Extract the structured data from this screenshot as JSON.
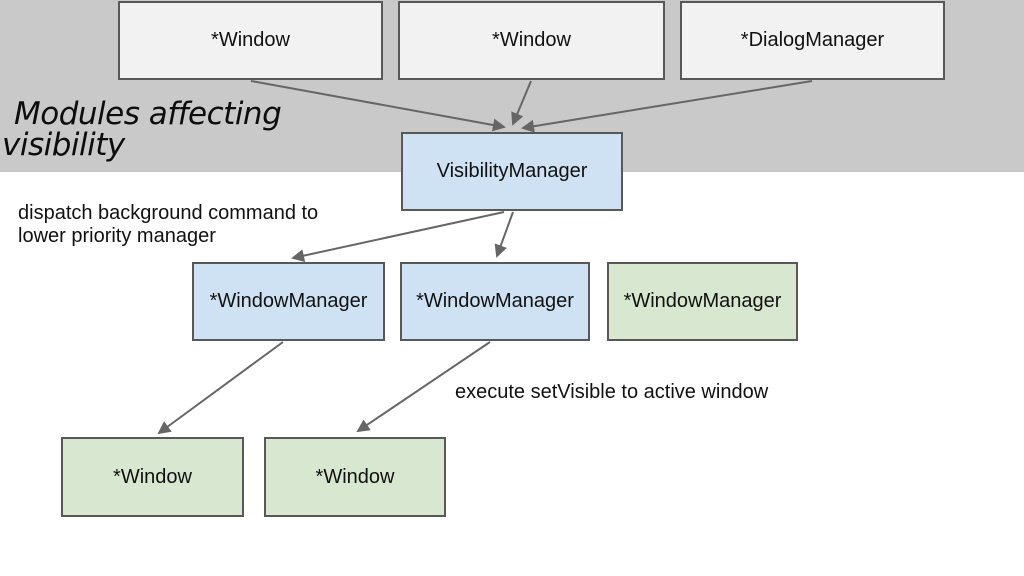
{
  "title": {
    "line1": "Modules affecting",
    "line2": "visibility"
  },
  "nodes": {
    "top": [
      {
        "label": "*Window"
      },
      {
        "label": "*Window"
      },
      {
        "label": "*DialogManager"
      }
    ],
    "center": {
      "label": "VisibilityManager"
    },
    "managers": [
      {
        "label": "*WindowManager"
      },
      {
        "label": "*WindowManager"
      },
      {
        "label": "*WindowManager"
      }
    ],
    "windows": [
      {
        "label": "*Window"
      },
      {
        "label": "*Window"
      }
    ]
  },
  "annotations": {
    "dispatch_line1": "dispatch background command to",
    "dispatch_line2": "lower priority manager",
    "execute": "execute setVisible to active window"
  },
  "colors": {
    "band": "#c9c9c9",
    "neutral_fill": "#f2f2f2",
    "blue_fill": "#cfe2f3",
    "green_fill": "#d8e7cf",
    "border": "#585858",
    "arrow": "#666666"
  }
}
